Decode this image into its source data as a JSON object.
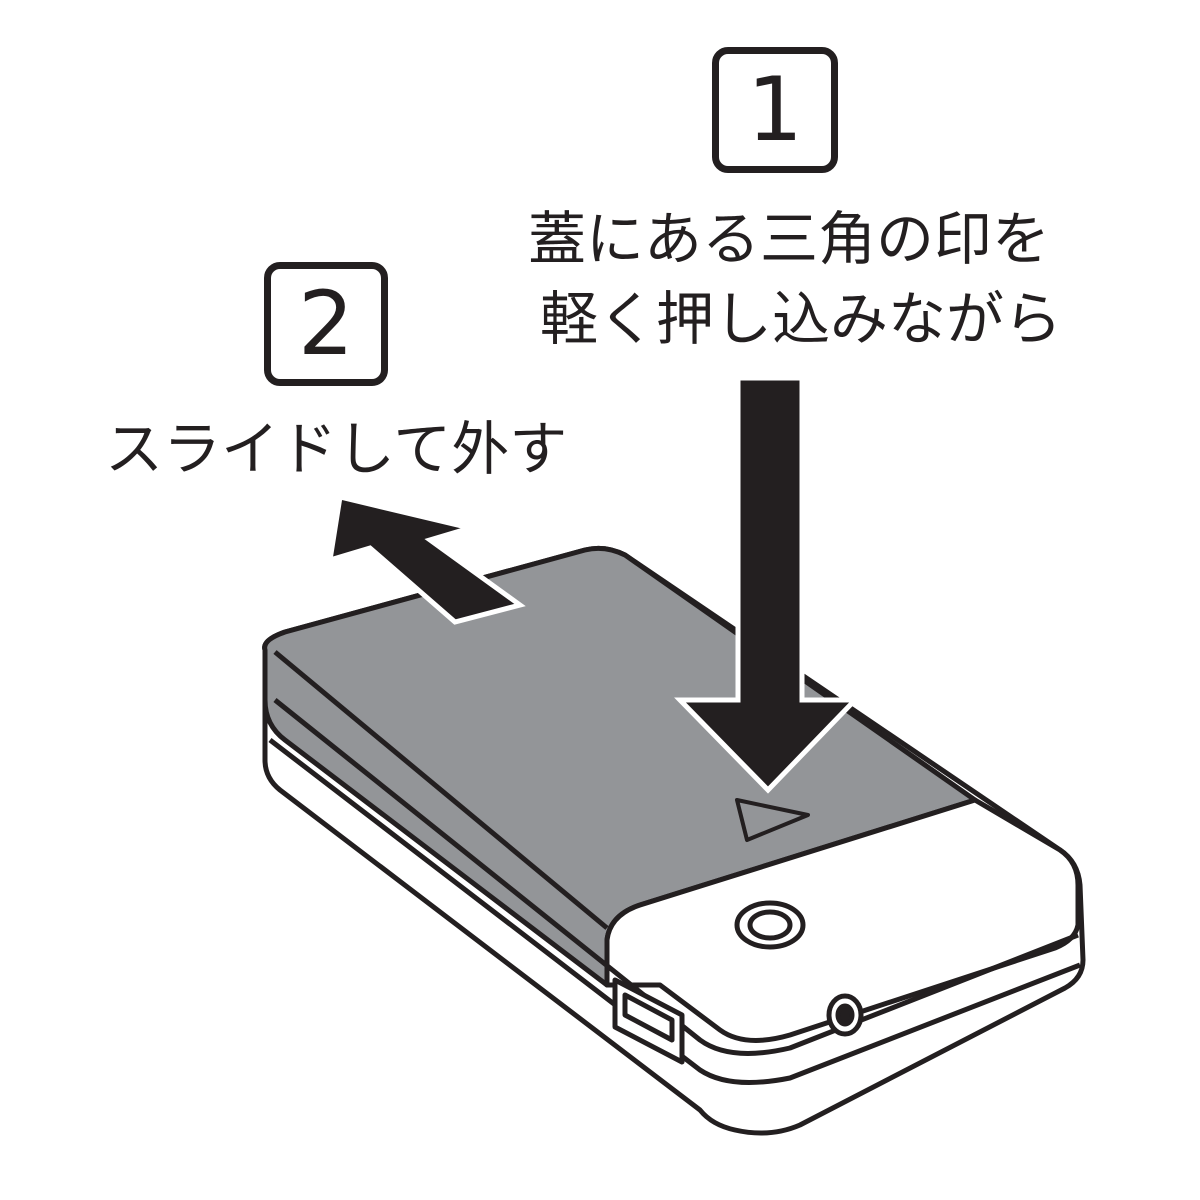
{
  "step1": {
    "number": "1",
    "lines": [
      "蓋にある三角の印を",
      "軽く押し込みながら"
    ]
  },
  "step2": {
    "number": "2",
    "text": "スライドして外す"
  },
  "colors": {
    "ink": "#231f20",
    "cover": "#939598",
    "body": "#ffffff"
  }
}
